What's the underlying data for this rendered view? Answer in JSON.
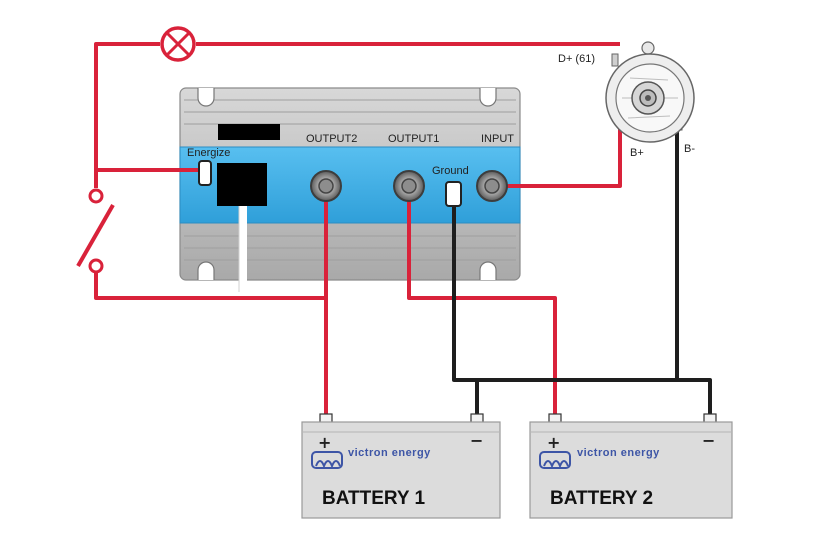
{
  "colors": {
    "positive_wire": "#d9223a",
    "negative_wire": "#1e1e1e",
    "isolator_blue": "#3fb0e6",
    "isolator_body": "#bcbcbc",
    "battery_body": "#dcdcdc",
    "brand_blue": "#3d55a6"
  },
  "isolator": {
    "terminals": {
      "output2": "OUTPUT2",
      "output1": "OUTPUT1",
      "input": "INPUT",
      "ground": "Ground",
      "energize": "Energize"
    }
  },
  "alternator": {
    "d_plus_label": "D+ (61)",
    "b_plus_label": "B+",
    "b_minus_label": "B-"
  },
  "batteries": [
    {
      "title": "BATTERY 1",
      "brand": "victron energy",
      "plus": "+",
      "minus": "−"
    },
    {
      "title": "BATTERY 2",
      "brand": "victron energy",
      "plus": "+",
      "minus": "−"
    }
  ],
  "icons": [
    "warning-lamp-icon",
    "switch-icon",
    "victron-logo-icon"
  ]
}
